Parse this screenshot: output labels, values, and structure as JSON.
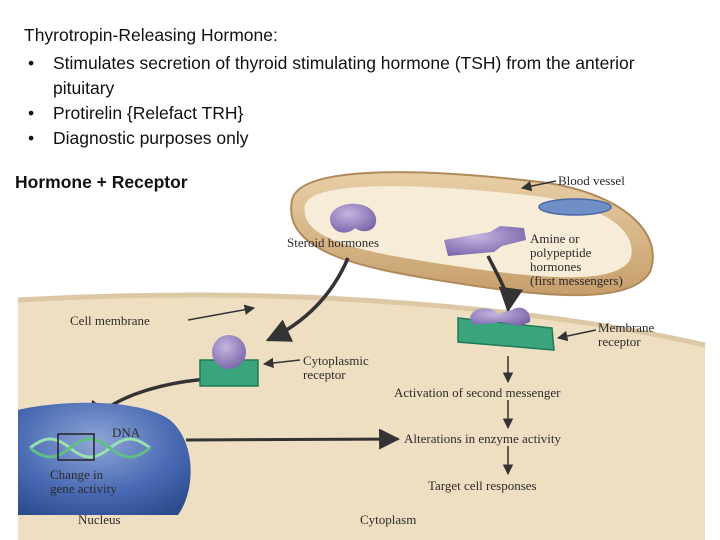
{
  "slide": {
    "title": "Thyrotropin-Releasing Hormone:",
    "bullets": [
      "Stimulates secretion of thyroid stimulating hormone (TSH) from the anterior pituitary",
      "Protirelin {Relefact TRH}",
      "Diagnostic purposes only"
    ],
    "subtitle": "Hormone + Receptor"
  },
  "diagram": {
    "labels": {
      "blood_vessel": "Blood vessel",
      "steroid_hormones": "Steroid hormones",
      "amine_line1": "Amine or",
      "amine_line2": "polypeptide",
      "amine_line3": "hormones",
      "amine_line4": "(first messengers)",
      "cell_membrane": "Cell membrane",
      "membrane_receptor_line1": "Membrane",
      "membrane_receptor_line2": "receptor",
      "cyto_receptor_line1": "Cytoplasmic",
      "cyto_receptor_line2": "receptor",
      "second_messenger": "Activation of second messenger",
      "dna": "DNA",
      "enzyme_activity": "Alterations in enzyme activity",
      "gene_activity_line1": "Change in",
      "gene_activity_line2": "gene activity",
      "target_cell": "Target cell responses",
      "nucleus": "Nucleus",
      "cytoplasm": "Cytoplasm"
    },
    "colors": {
      "cytoplasm": "#efdfc2",
      "vessel": "#d8b88b",
      "hormone": "#8b78b8",
      "receptor": "#3aa57c",
      "nucleus": "#3a5fa8",
      "arrow": "#333333"
    }
  }
}
